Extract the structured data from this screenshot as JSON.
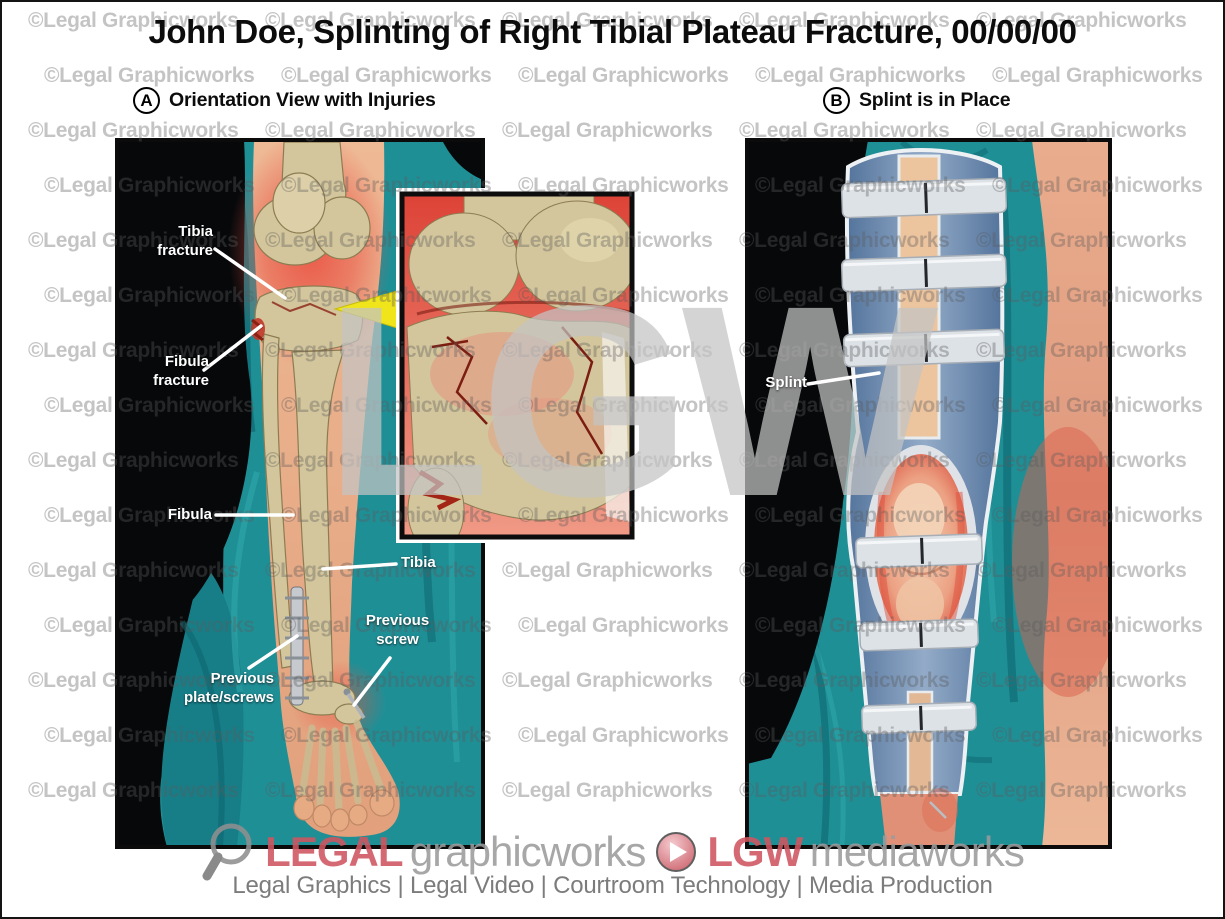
{
  "title": "John Doe, Splinting of Right Tibial Plateau Fracture, 00/00/00",
  "watermark": {
    "tile_text": "©Legal Graphicworks",
    "big_text": "LGW"
  },
  "panel_a": {
    "marker": "A",
    "heading": "Orientation View with Injuries",
    "labels": {
      "tibia_fracture": "Tibia\nfracture",
      "fibula_fracture": "Fibula\nfracture",
      "fibula": "Fibula",
      "tibia": "Tibia",
      "previous_screw": "Previous\nscrew",
      "previous_plate": "Previous\nplate/screws"
    }
  },
  "panel_b": {
    "marker": "B",
    "heading": "Splint is in Place",
    "labels": {
      "splint": "Splint"
    }
  },
  "footer": {
    "brand_part1": "LEGAL",
    "brand_part2": "graphicworks",
    "brand_part3": "LGW",
    "brand_part4": "mediaworks",
    "tagline": "Legal Graphics | Legal Video | Courtroom Technology | Media Production"
  },
  "colors": {
    "drape_teal": "#1f8f96",
    "bone_tan": "#d3c69c",
    "inflammation_red": "#ea5243",
    "splint_blue": "#7b97ba",
    "strap_gray": "#dde2e7",
    "brand_pink": "#cf5560",
    "arrow_yellow": "#efe51a",
    "watermark_gray": "#c3c3c3"
  }
}
